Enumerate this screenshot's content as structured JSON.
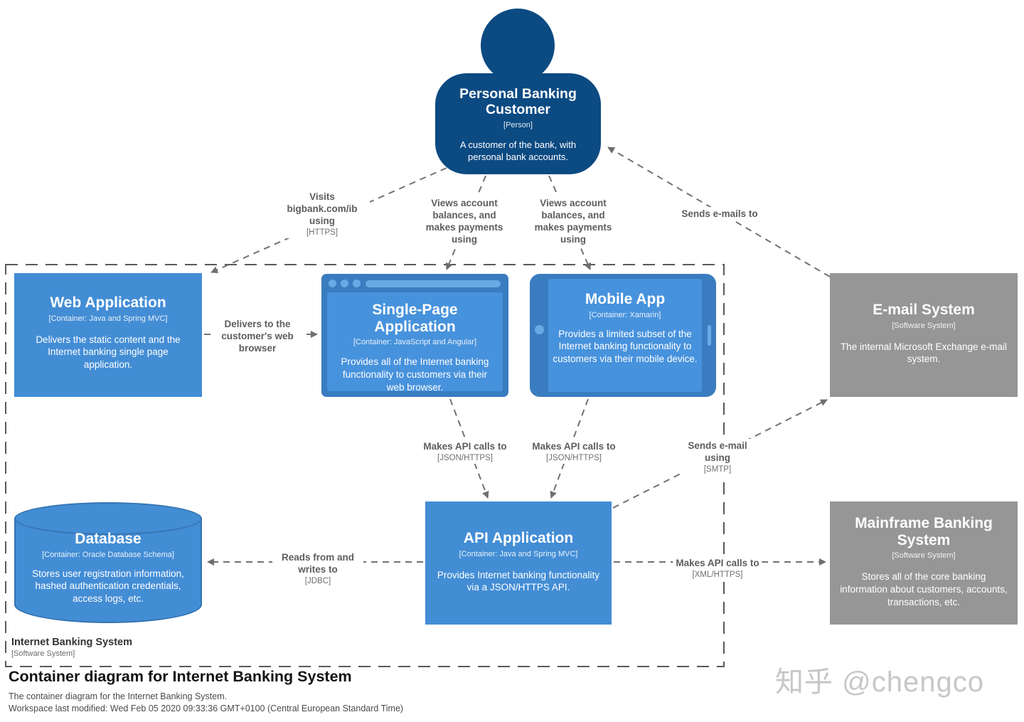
{
  "diagram": {
    "boundary": {
      "name": "Internet Banking System",
      "meta": "[Software System]"
    },
    "footer": {
      "title": "Container diagram for Internet Banking System",
      "subtitle": "The container diagram for the Internet Banking System.",
      "modified": "Workspace last modified: Wed Feb 05 2020 09:33:36 GMT+0100 (Central European Standard Time)"
    },
    "watermark": "知乎 @chengco"
  },
  "nodes": {
    "person": {
      "title": "Personal Banking Customer",
      "meta": "[Person]",
      "desc": "A customer of the bank, with personal bank accounts."
    },
    "web_app": {
      "title": "Web Application",
      "meta": "[Container: Java and Spring MVC]",
      "desc": "Delivers the static content and the Internet banking single page application."
    },
    "spa": {
      "title": "Single-Page Application",
      "meta": "[Container: JavaScript and Angular]",
      "desc": "Provides all of the Internet banking functionality to customers via their web browser."
    },
    "mobile": {
      "title": "Mobile App",
      "meta": "[Container: Xamarin]",
      "desc": "Provides a limited subset of the Internet banking functionality to customers via their mobile device."
    },
    "email": {
      "title": "E-mail System",
      "meta": "[Software System]",
      "desc": "The internal Microsoft Exchange e-mail system."
    },
    "database": {
      "title": "Database",
      "meta": "[Container: Oracle Database Schema]",
      "desc": "Stores user registration information, hashed authentication credentials, access logs, etc."
    },
    "api": {
      "title": "API Application",
      "meta": "[Container: Java and Spring MVC]",
      "desc": "Provides Internet banking functionality via a JSON/HTTPS API."
    },
    "mainframe": {
      "title": "Mainframe Banking System",
      "meta": "[Software System]",
      "desc": "Stores all of the core banking information about customers, accounts, transactions, etc."
    }
  },
  "edges": {
    "visits": {
      "label": "Visits bigbank.com/ib using",
      "tech": "[HTTPS]"
    },
    "views_spa": {
      "label": "Views account balances, and makes payments using"
    },
    "views_mobile": {
      "label": "Views account balances, and makes payments using"
    },
    "sends_emails": {
      "label": "Sends e-mails to"
    },
    "delivers": {
      "label": "Delivers to the customer's web browser"
    },
    "spa_api": {
      "label": "Makes API calls to",
      "tech": "[JSON/HTTPS]"
    },
    "mobile_api": {
      "label": "Makes API calls to",
      "tech": "[JSON/HTTPS]"
    },
    "smtp": {
      "label": "Sends e-mail using",
      "tech": "[SMTP]"
    },
    "jdbc": {
      "label": "Reads from and writes to",
      "tech": "[JDBC]"
    },
    "xml": {
      "label": "Makes API calls to",
      "tech": "[XML/HTTPS]"
    }
  },
  "colors": {
    "person": "#0c4a82",
    "container": "#438dd5",
    "frame": "#3a7cc0",
    "screen": "#4792dc",
    "accent_light": "#68aae4",
    "external": "#969696",
    "edge": "#717171"
  }
}
